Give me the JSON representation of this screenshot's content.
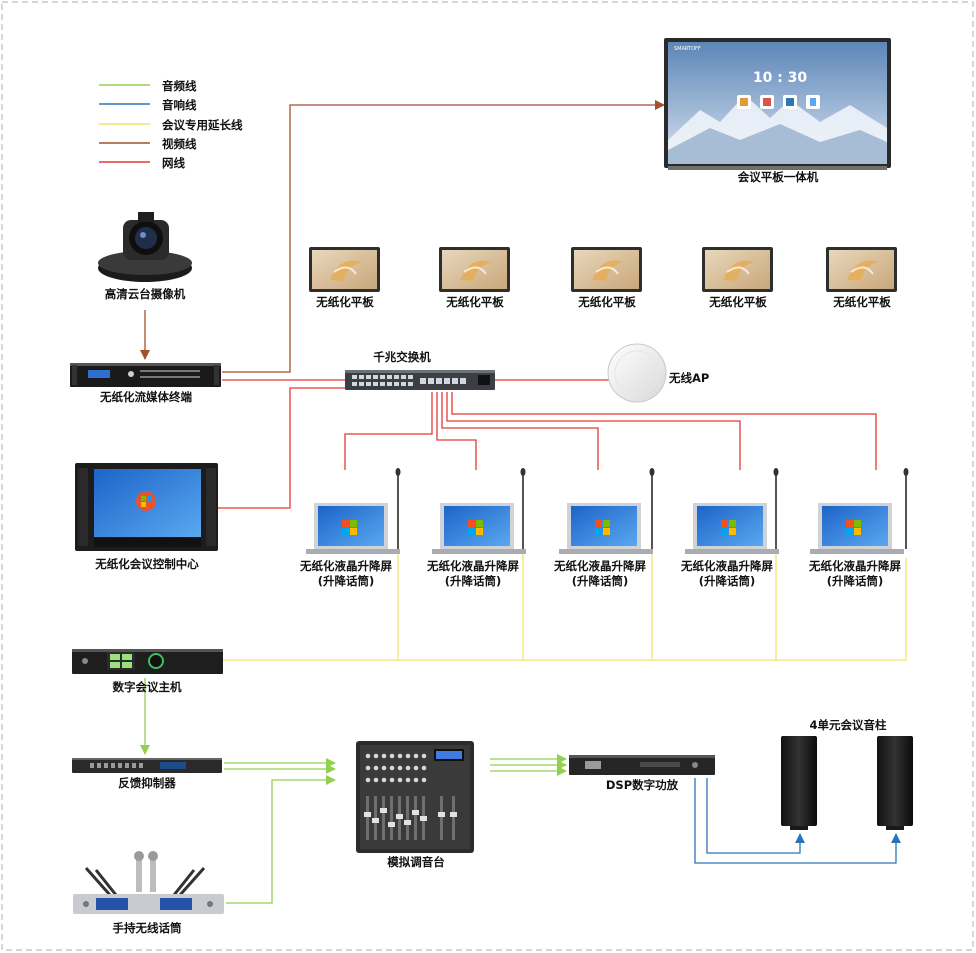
{
  "legend": [
    {
      "label": "音频线",
      "color": "#92d050"
    },
    {
      "label": "音响线",
      "color": "#2e75b6"
    },
    {
      "label": "会议专用延长线",
      "color": "#f5e26a"
    },
    {
      "label": "视频线",
      "color": "#a0522d"
    },
    {
      "label": "网线",
      "color": "#e53935"
    }
  ],
  "devices": {
    "smart_board": "会议平板一体机",
    "board_time": "10 : 30",
    "board_brand": "SMARTOFF",
    "camera": "高清云台摄像机",
    "streaming_terminal": "无纸化流媒体终端",
    "switch": "千兆交换机",
    "wireless_ap": "无线AP",
    "control_center": "无纸化会议控制中心",
    "tablets": [
      "无纸化平板",
      "无纸化平板",
      "无纸化平板",
      "无纸化平板",
      "无纸化平板"
    ],
    "lift_screens": [
      {
        "line1": "无纸化液晶升降屏",
        "line2": "(升降话筒)"
      },
      {
        "line1": "无纸化液晶升降屏",
        "line2": "(升降话筒)"
      },
      {
        "line1": "无纸化液晶升降屏",
        "line2": "(升降话筒)"
      },
      {
        "line1": "无纸化液晶升降屏",
        "line2": "(升降话筒)"
      },
      {
        "line1": "无纸化液晶升降屏",
        "line2": "(升降话筒)"
      }
    ],
    "conference_host": "数字会议主机",
    "feedback_suppressor": "反馈抑制器",
    "analog_mixer": "模拟调音台",
    "dsp_amplifier": "DSP数字功放",
    "speaker_columns": "4单元会议音柱",
    "wireless_mic": "手持无线话筒"
  }
}
